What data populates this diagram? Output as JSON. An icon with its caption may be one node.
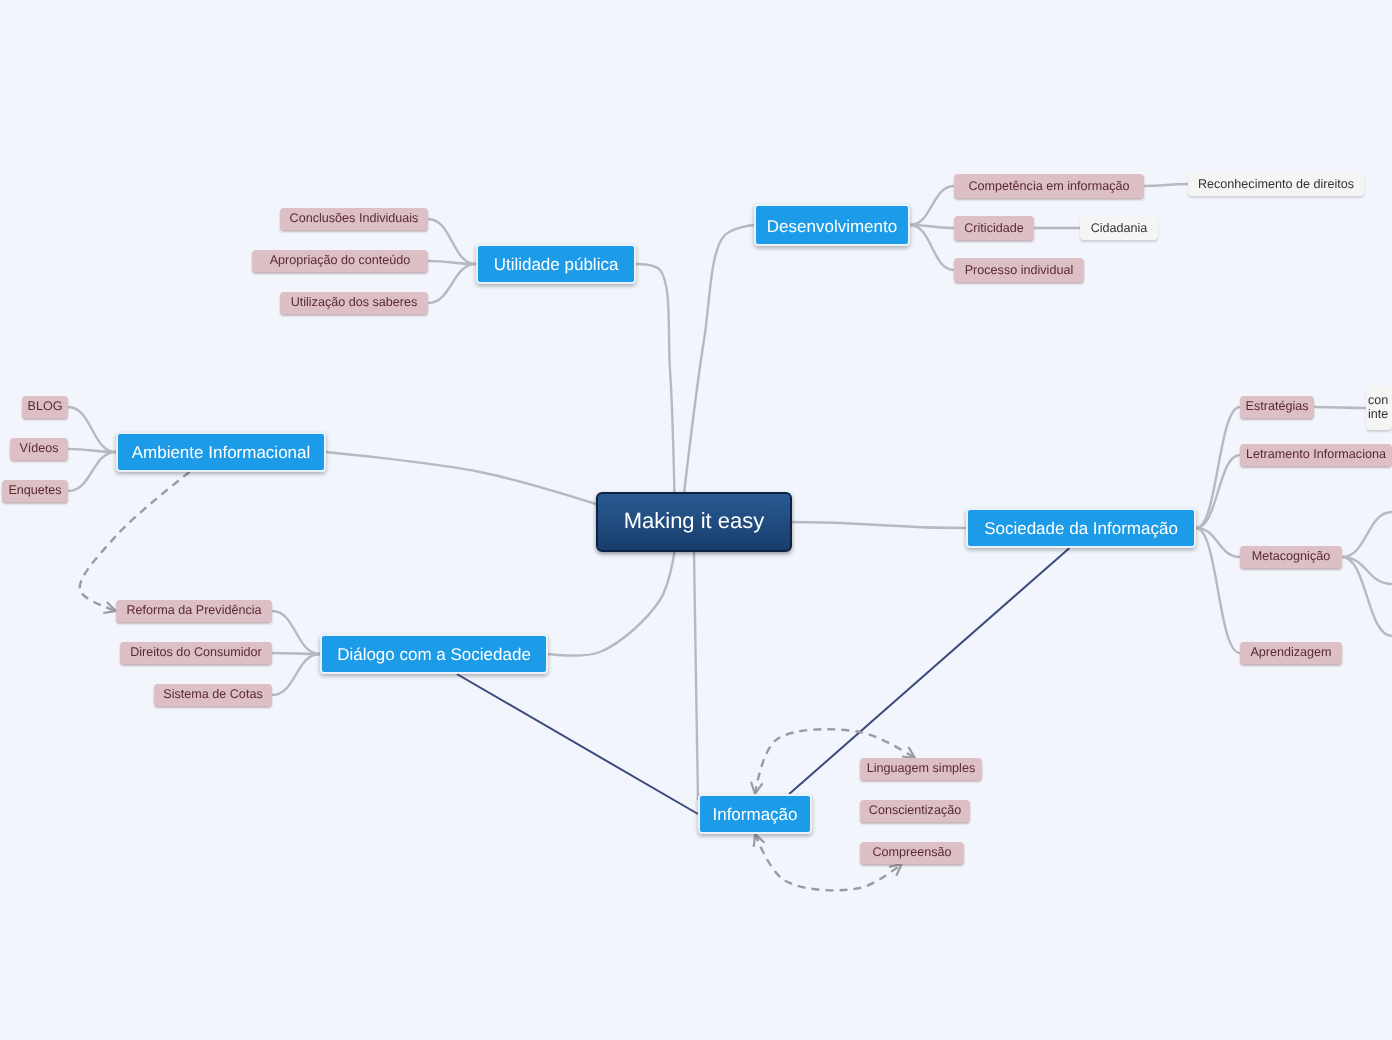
{
  "diagram": {
    "nodes": [
      {
        "text": [
          "Making it easy"
        ]
      },
      {
        "text": [
          "Desenvolvimento"
        ]
      },
      {
        "text": [
          "Competência em informação"
        ]
      },
      {
        "text": [
          "Reconhecimento de direitos"
        ]
      },
      {
        "text": [
          "Criticidade"
        ]
      },
      {
        "text": [
          "Cidadania"
        ]
      },
      {
        "text": [
          "Processo individual"
        ]
      },
      {
        "text": [
          "Utilidade pública"
        ]
      },
      {
        "text": [
          "Conclusões Individuais"
        ]
      },
      {
        "text": [
          "Apropriação do conteúdo"
        ]
      },
      {
        "text": [
          "Utilização dos saberes"
        ]
      },
      {
        "text": [
          "Ambiente Informacional"
        ]
      },
      {
        "text": [
          "BLOG"
        ]
      },
      {
        "text": [
          "Vídeos"
        ]
      },
      {
        "text": [
          "Enquetes"
        ]
      },
      {
        "text": [
          "Diálogo com a Sociedade"
        ]
      },
      {
        "text": [
          "Reforma da Previdência"
        ]
      },
      {
        "text": [
          "Direitos do Consumidor"
        ]
      },
      {
        "text": [
          "Sistema de Cotas"
        ]
      },
      {
        "text": [
          "Sociedade da Informação"
        ]
      },
      {
        "text": [
          "Estratégias"
        ]
      },
      {
        "text": [
          "con inte"
        ]
      },
      {
        "text": [
          "Letramento Informaciona"
        ]
      },
      {
        "text": [
          "Metacognição"
        ]
      },
      {
        "text": [
          "Aprendizagem"
        ]
      },
      {
        "text": [
          "Informação"
        ]
      },
      {
        "text": [
          "Linguagem simples"
        ]
      },
      {
        "text": [
          "Conscientização"
        ]
      },
      {
        "text": [
          "Compreensão"
        ]
      }
    ],
    "edges": [
      {
        "from": 0,
        "to": 1,
        "arrow": "none"
      },
      {
        "from": 1,
        "to": 2,
        "arrow": "none"
      },
      {
        "from": 2,
        "to": 3,
        "arrow": "none"
      },
      {
        "from": 1,
        "to": 4,
        "arrow": "none"
      },
      {
        "from": 4,
        "to": 5,
        "arrow": "none"
      },
      {
        "from": 1,
        "to": 6,
        "arrow": "none"
      },
      {
        "from": 0,
        "to": 7,
        "arrow": "none"
      },
      {
        "from": 7,
        "to": 8,
        "arrow": "none"
      },
      {
        "from": 7,
        "to": 9,
        "arrow": "none"
      },
      {
        "from": 7,
        "to": 10,
        "arrow": "none"
      },
      {
        "from": 0,
        "to": 11,
        "arrow": "none"
      },
      {
        "from": 11,
        "to": 12,
        "arrow": "none"
      },
      {
        "from": 11,
        "to": 13,
        "arrow": "none"
      },
      {
        "from": 11,
        "to": 14,
        "arrow": "none"
      },
      {
        "from": 0,
        "to": 15,
        "arrow": "none"
      },
      {
        "from": 15,
        "to": 16,
        "arrow": "none"
      },
      {
        "from": 15,
        "to": 17,
        "arrow": "none"
      },
      {
        "from": 15,
        "to": 18,
        "arrow": "none"
      },
      {
        "from": 0,
        "to": 19,
        "arrow": "none"
      },
      {
        "from": 19,
        "to": 20,
        "arrow": "none"
      },
      {
        "from": 20,
        "to": 21,
        "arrow": "none"
      },
      {
        "from": 19,
        "to": 22,
        "arrow": "none"
      },
      {
        "from": 19,
        "to": 23,
        "arrow": "none"
      },
      {
        "from": 19,
        "to": 24,
        "arrow": "none"
      },
      {
        "from": 23,
        "to": null,
        "arrow": "none"
      },
      {
        "from": 23,
        "to": null,
        "arrow": "none"
      },
      {
        "from": 23,
        "to": null,
        "arrow": "none"
      },
      {
        "from": 0,
        "to": 25,
        "arrow": "none"
      },
      {
        "from": 15,
        "to": 25,
        "arrow": "none",
        "color": "#3b4a7c"
      },
      {
        "from": 19,
        "to": 25,
        "arrow": "none",
        "color": "#3b4a7c"
      },
      {
        "from": 11,
        "to": 16,
        "arrow": "to",
        "style": "dashed"
      },
      {
        "from": 25,
        "to": 26,
        "arrow": "both",
        "style": "dashed"
      },
      {
        "from": 25,
        "to": 28,
        "arrow": "both",
        "style": "dashed"
      }
    ]
  }
}
